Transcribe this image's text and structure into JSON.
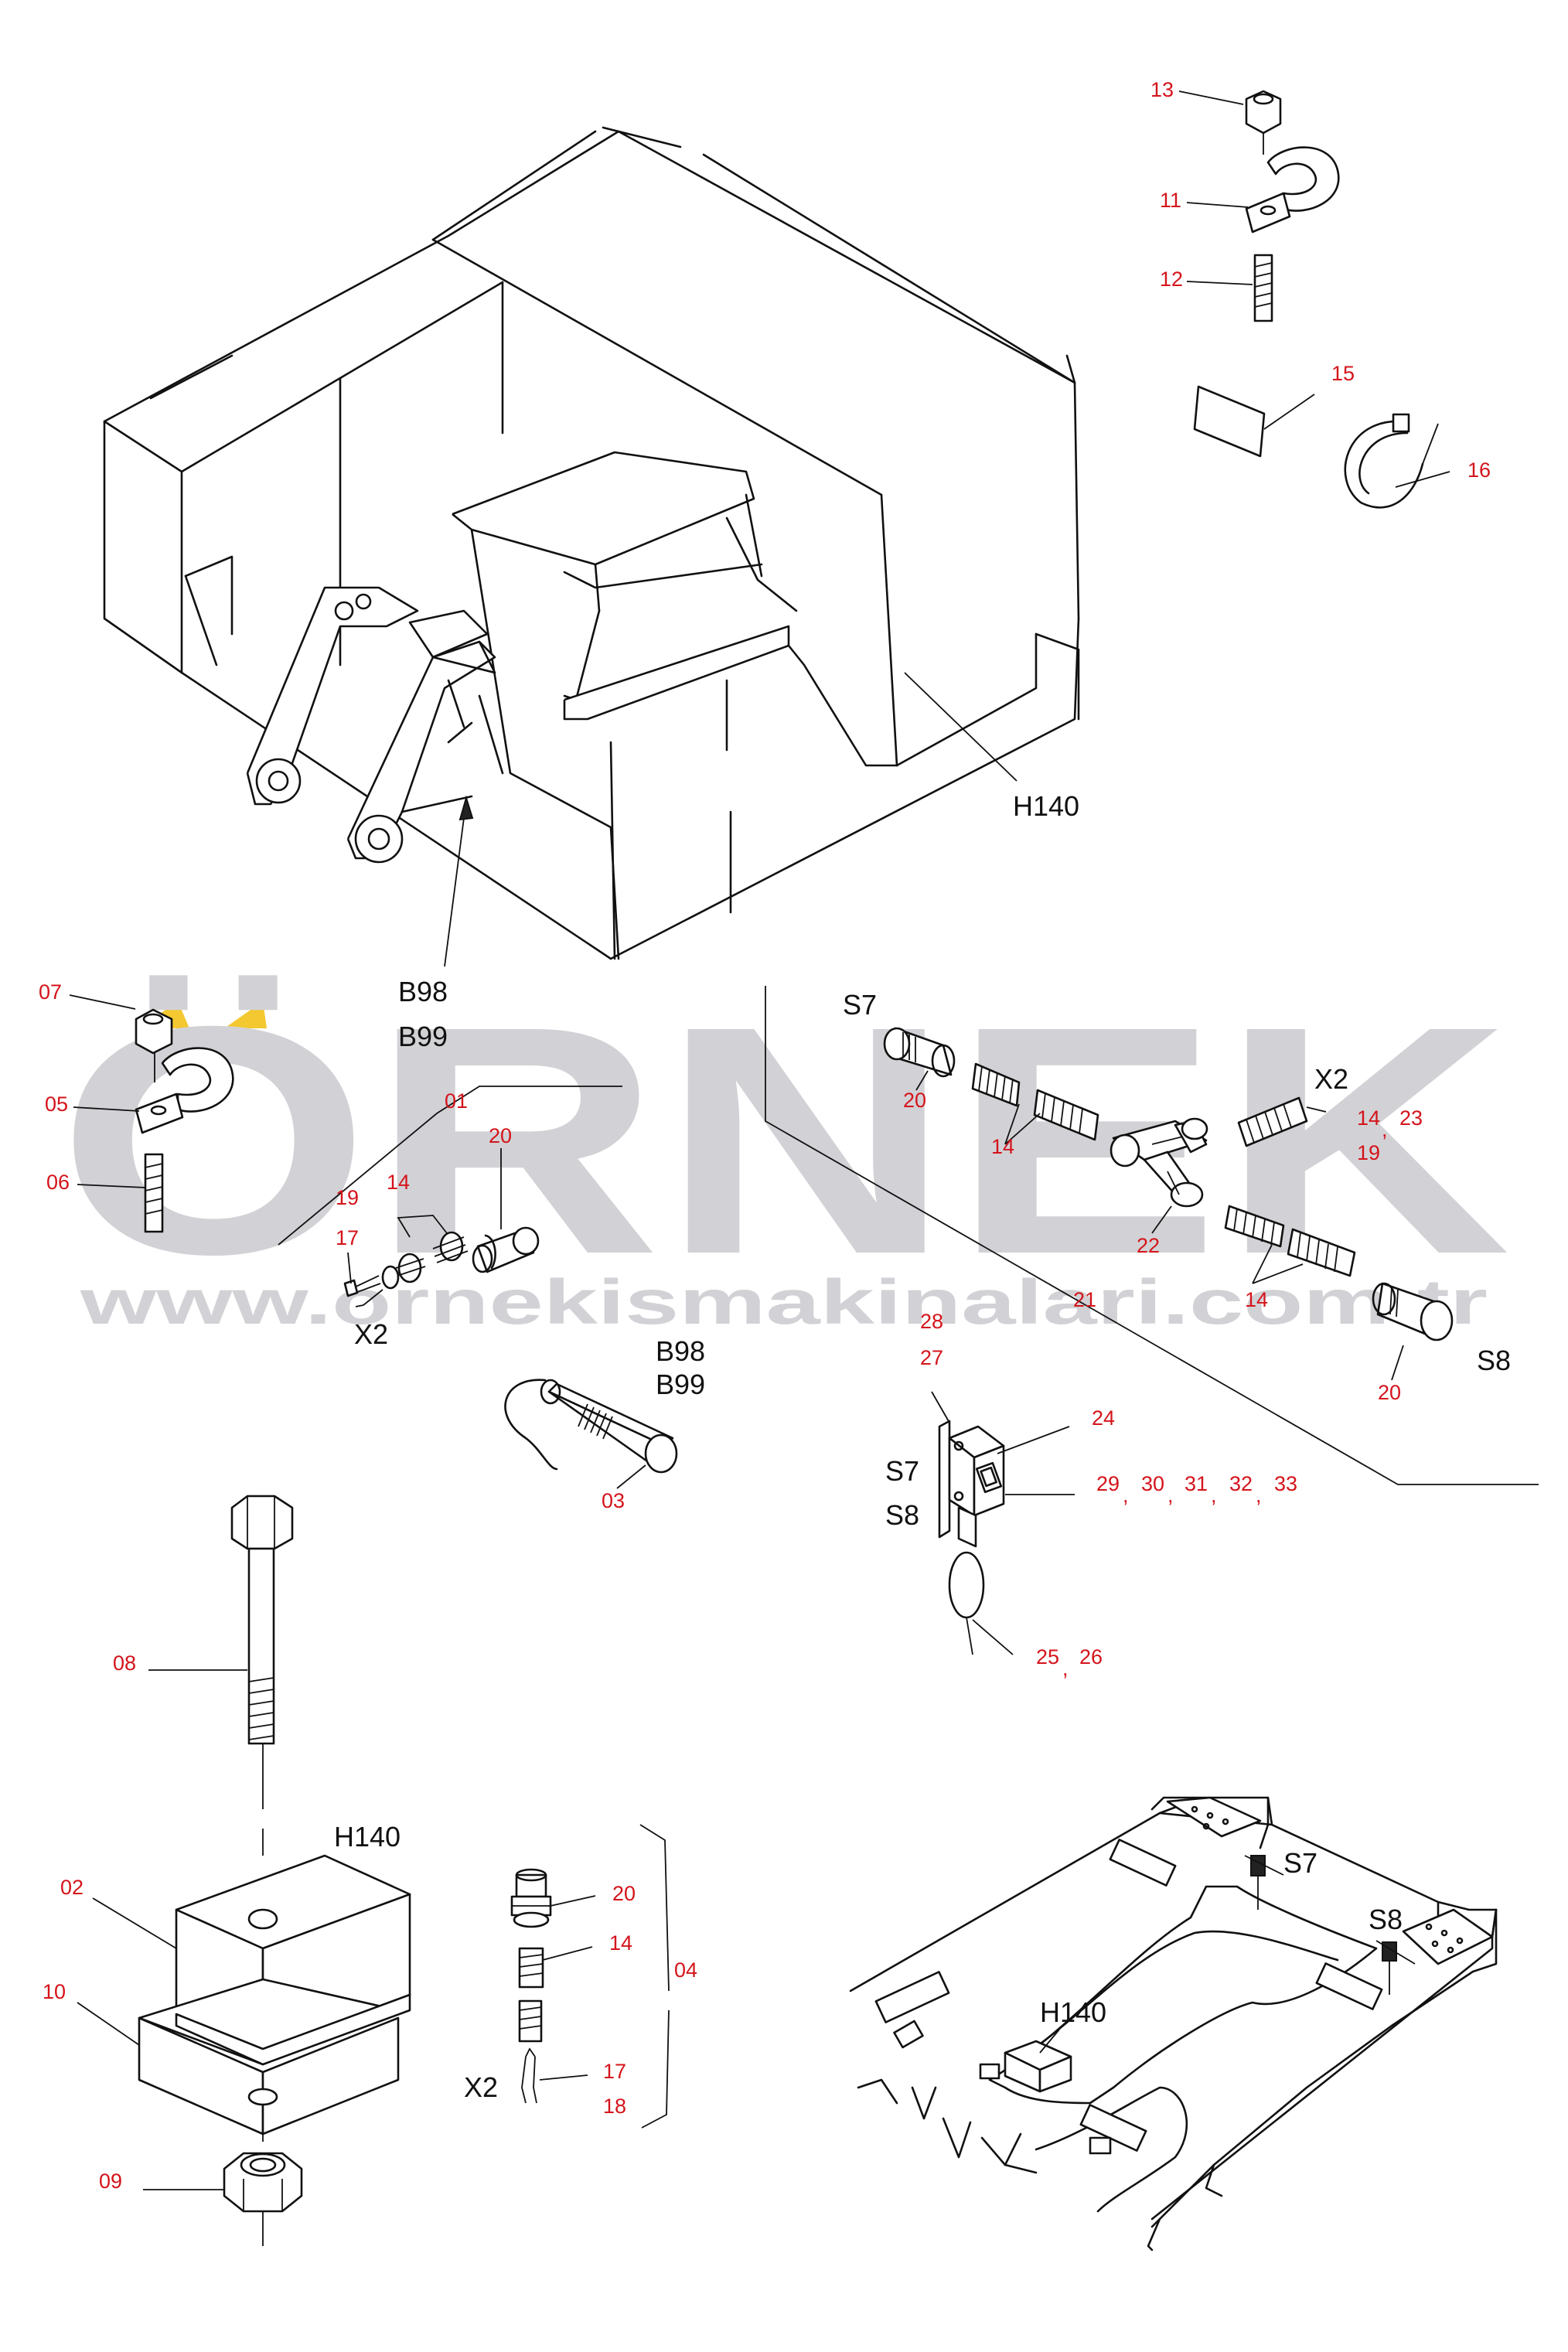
{
  "watermark": {
    "brand": "ÖRNEK",
    "url": "www.ornekismakinalari.com.tr",
    "accent_color": "#f2c21a",
    "text_color": "#d2d2d6"
  },
  "colors": {
    "callout": "#d4141b",
    "label": "#111111",
    "line": "#111111"
  },
  "labels": {
    "h140_main": "H140",
    "b98_main": "B98",
    "b99_main": "B99",
    "s7_harness": "S7",
    "s8_harness": "S8",
    "x2_harness": "X2",
    "x2_left": "X2",
    "b98_sensor": "B98",
    "b99_sensor": "B99",
    "s7_switch": "S7",
    "s8_switch": "S8",
    "h140_block": "H140",
    "x2_bottom": "X2",
    "s7_frame": "S7",
    "s8_frame": "S8",
    "h140_frame": "H140"
  },
  "callouts": {
    "c13": "13",
    "c11": "11",
    "c12": "12",
    "c15": "15",
    "c16": "16",
    "c07": "07",
    "c05": "05",
    "c06": "06",
    "c01": "01",
    "c20a": "20",
    "c19a": "19",
    "c14a": "14",
    "c17a": "17",
    "c03": "03",
    "c20b": "20",
    "c14b": "14",
    "c14c": "14",
    "c23": "23",
    "c19b": "19",
    "c22": "22",
    "c21": "21",
    "c14d": "14",
    "c20c": "20",
    "c28": "28",
    "c27": "27",
    "c24": "24",
    "c29": "29",
    "c30": "30",
    "c31": "31",
    "c32": "32",
    "c33": "33",
    "c25": "25",
    "c26": "26",
    "c08": "08",
    "c02": "02",
    "c10": "10",
    "c09": "09",
    "c20d": "20",
    "c14e": "14",
    "c04": "04",
    "c17b": "17",
    "c18": "18"
  },
  "separators": {
    "comma": ","
  }
}
